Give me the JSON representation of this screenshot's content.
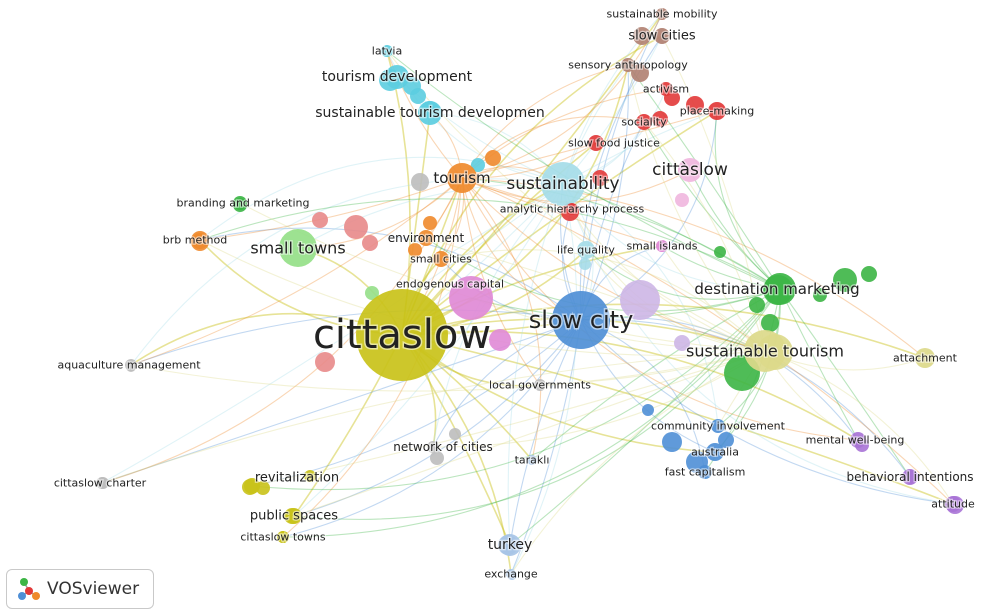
{
  "brand": {
    "name": "VOSviewer",
    "logo_icon": "vosviewer-logo-icon"
  },
  "clusters": {
    "yellow": "#c9c219",
    "blue": "#4f8fd6",
    "green": "#3cb545",
    "red": "#e23838",
    "cyan": "#5ccde0",
    "purple": "#a873d6",
    "orange": "#ef8a2c",
    "brown": "#b07f70",
    "pink": "#e08ad6",
    "lightpurple": "#cdb6e6",
    "gray": "#bdbdbd",
    "lightblue": "#a7c4e6",
    "salmon": "#e88a8a",
    "lightgreen": "#95df88",
    "lightcyan": "#a5dce8",
    "lightyellow": "#dcd98a",
    "palepink": "#f0b6de"
  },
  "keywords": [
    {
      "id": "cittaslow",
      "label": "cittaslow",
      "cluster": "yellow"
    },
    {
      "id": "slow-city",
      "label": "slow city",
      "cluster": "blue"
    },
    {
      "id": "sustainability",
      "label": "sustainability",
      "cluster": "lightcyan"
    },
    {
      "id": "tourism",
      "label": "tourism",
      "cluster": "orange"
    },
    {
      "id": "small-towns",
      "label": "small towns",
      "cluster": "lightgreen"
    },
    {
      "id": "destination-marketing",
      "label": "destination marketing",
      "cluster": "green"
    },
    {
      "id": "sustainable-tourism",
      "label": "sustainable tourism",
      "cluster": "lightyellow"
    },
    {
      "id": "cittaslow-accent",
      "label": "cittàslow",
      "cluster": "palepink"
    },
    {
      "id": "tourism-development",
      "label": "tourism development",
      "cluster": "cyan"
    },
    {
      "id": "sustainable-tourism-development",
      "label": "sustainable tourism developmen",
      "cluster": "cyan"
    },
    {
      "id": "latvia",
      "label": "latvia",
      "cluster": "cyan"
    },
    {
      "id": "sustainable-mobility",
      "label": "sustainable mobility",
      "cluster": "brown"
    },
    {
      "id": "slow-cities",
      "label": "slow cities",
      "cluster": "brown"
    },
    {
      "id": "sensory-anthropology",
      "label": "sensory anthropology",
      "cluster": "brown"
    },
    {
      "id": "activism",
      "label": "activism",
      "cluster": "red"
    },
    {
      "id": "place-making",
      "label": "place-making",
      "cluster": "red"
    },
    {
      "id": "sociality",
      "label": "sociality",
      "cluster": "red"
    },
    {
      "id": "slow-food-justice",
      "label": "slow food justice",
      "cluster": "red"
    },
    {
      "id": "analytic-hierarchy-process",
      "label": "analytic hierarchy process",
      "cluster": "red"
    },
    {
      "id": "branding-and-marketing",
      "label": "branding and marketing",
      "cluster": "green"
    },
    {
      "id": "brb-method",
      "label": "brb method",
      "cluster": "orange"
    },
    {
      "id": "environment",
      "label": "environment",
      "cluster": "orange"
    },
    {
      "id": "small-cities",
      "label": "small cities",
      "cluster": "orange"
    },
    {
      "id": "endogenous-capital",
      "label": "endogenous capital",
      "cluster": "pink"
    },
    {
      "id": "life-quality",
      "label": "life quality",
      "cluster": "lightcyan"
    },
    {
      "id": "small-islands",
      "label": "small islands",
      "cluster": "pink"
    },
    {
      "id": "aquaculture-management",
      "label": "aquaculture management",
      "cluster": "gray"
    },
    {
      "id": "local-governments",
      "label": "local governments",
      "cluster": "gray"
    },
    {
      "id": "attachment",
      "label": "attachment",
      "cluster": "lightyellow"
    },
    {
      "id": "community-involvement",
      "label": "community involvement",
      "cluster": "blue"
    },
    {
      "id": "australia",
      "label": "australia",
      "cluster": "blue"
    },
    {
      "id": "fast-capitalism",
      "label": "fast capitalism",
      "cluster": "blue"
    },
    {
      "id": "mental-well-being",
      "label": "mental well-being",
      "cluster": "purple"
    },
    {
      "id": "network-of-cities",
      "label": "network of cities",
      "cluster": "gray"
    },
    {
      "id": "tarakli",
      "label": "taraklı",
      "cluster": "lightblue"
    },
    {
      "id": "cittaslow-charter",
      "label": "cittaslow charter",
      "cluster": "gray"
    },
    {
      "id": "revitalization",
      "label": "revitalization",
      "cluster": "yellow"
    },
    {
      "id": "behavioral-intentions",
      "label": "behavioral intentions",
      "cluster": "purple"
    },
    {
      "id": "public-spaces",
      "label": "public spaces",
      "cluster": "yellow"
    },
    {
      "id": "attitude",
      "label": "attitude",
      "cluster": "purple"
    },
    {
      "id": "cittaslow-towns",
      "label": "cittaslow towns",
      "cluster": "yellow"
    },
    {
      "id": "turkey",
      "label": "turkey",
      "cluster": "lightblue"
    },
    {
      "id": "exchange",
      "label": "exchange",
      "cluster": "lightblue"
    }
  ]
}
